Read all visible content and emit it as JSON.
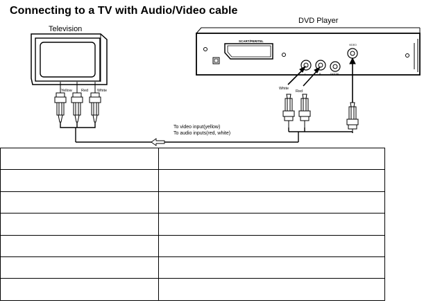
{
  "heading": "Connecting to a TV with Audio/Video cable",
  "tv_label": "Television",
  "dvd_label": "DVD Player",
  "tv_jack_labels": [
    "Yellow",
    "Red",
    "White"
  ],
  "dvd_jack_labels": [
    "White",
    "Red"
  ],
  "scart_label": "SCART/PERITEL",
  "video_jack_label": "VIDEO",
  "coax_label": "DIGITAL",
  "jack_small_labels": [
    "L",
    "R"
  ],
  "note_line_1": "To video input(yellow)",
  "note_line_2": "To audio inputs(red, white)",
  "colors": {
    "line": "#000000",
    "arrow_fill": "#ffffff",
    "background": "#ffffff"
  },
  "table": {
    "rows": [
      [
        "",
        ""
      ],
      [
        "",
        ""
      ],
      [
        "",
        ""
      ],
      [
        "",
        ""
      ],
      [
        "",
        ""
      ],
      [
        "",
        ""
      ],
      [
        "",
        ""
      ]
    ]
  }
}
